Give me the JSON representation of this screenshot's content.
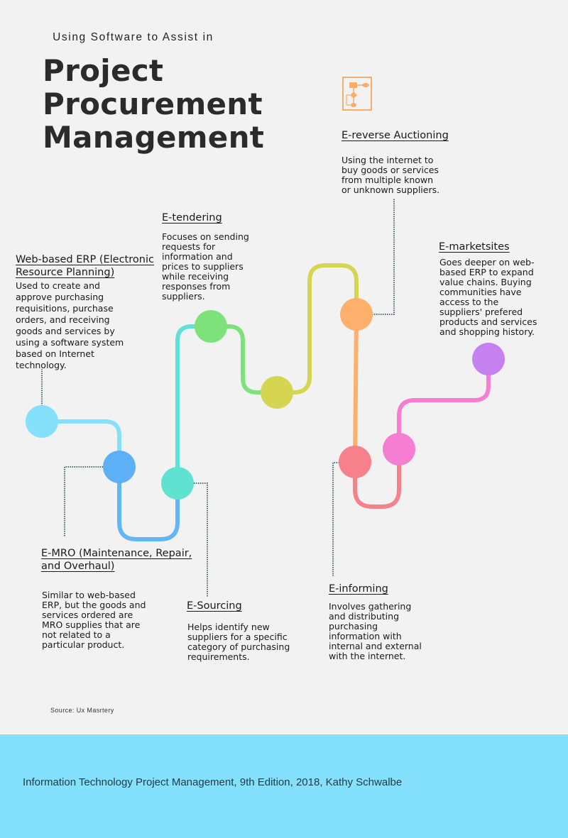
{
  "subtitle": "Using Software to Assist in",
  "title": {
    "line1": "Project",
    "line2": "Procurement",
    "line3": "Management"
  },
  "stages": {
    "erp": {
      "heading": "Web-based ERP (Electronic Resource Planning)",
      "description": "Used to create and approve purchasing requisitions, purchase orders, and receiving goods and services by using a software system based on Internet technology."
    },
    "mro": {
      "heading": "E-MRO (Maintenance, Repair, and Overhaul)",
      "description": "Similar to web-based ERP, but the goods and services ordered are MRO supplies that are not related to a particular product."
    },
    "sourcing": {
      "heading": "E-Sourcing",
      "description": "Helps identify new suppliers for a specific category of purchasing requirements."
    },
    "tendering": {
      "heading": "E-tendering",
      "description": "Focuses on sending requests for information and prices to suppliers while receiving responses from suppliers."
    },
    "reverse_auction": {
      "heading": "E-reverse Auctioning",
      "description": "Using the internet to buy goods or services from multiple known or unknown suppliers."
    },
    "informing": {
      "heading": "E-informing",
      "description": "Involves gathering and  distributing purchasing information with internal and external with the internet."
    },
    "marketsites": {
      "heading": "E-marketsites",
      "description": "Goes deeper on web-based ERP to expand value chains. Buying communities have access to the suppliers' prefered products and services and shopping history."
    }
  },
  "icon": "flowchart-icon",
  "colors": {
    "node_1": "#85e0fb",
    "node_2": "#5eb0f6",
    "node_3": "#5fe3d0",
    "node_4": "#7de27a",
    "node_5": "#d6d552",
    "node_6": "#fdb06b",
    "node_7": "#f7818b",
    "node_8": "#f67ed2",
    "node_9": "#c581f0",
    "footer": "#83e1fd"
  },
  "source": "Source: Ux Masrtery",
  "footer": "Information Technology Project Management, 9th Edition, 2018, Kathy Schwalbe"
}
